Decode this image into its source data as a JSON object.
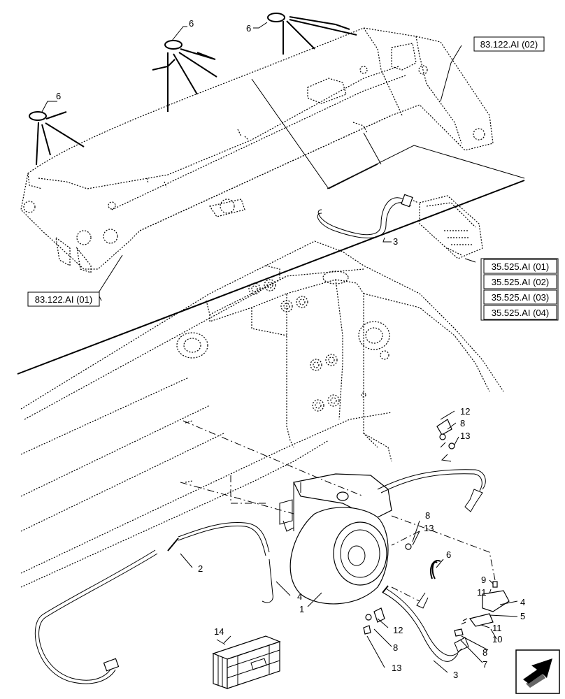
{
  "references": {
    "boom_upper": "83.122.AI (02)",
    "boom_lower": "83.122.AI (01)",
    "module_list": [
      "35.525.AI (01)",
      "35.525.AI (02)",
      "35.525.AI (03)",
      "35.525.AI (04)"
    ]
  },
  "callouts": {
    "c6a": "6",
    "c6b": "6",
    "c6c": "6",
    "c3a": "3",
    "c12a": "12",
    "c8a": "8",
    "c13a": "13",
    "c8b": "8",
    "c13b": "13",
    "c6d": "6",
    "c9": "9",
    "c11a": "11",
    "c4a": "4",
    "c5": "5",
    "c11b": "11",
    "c10": "10",
    "c8c": "8",
    "c7": "7",
    "c2": "2",
    "c4b": "4",
    "c1": "1",
    "c12b": "12",
    "c8d": "8",
    "c13c": "13",
    "c3b": "3",
    "c14": "14"
  },
  "icons": {
    "navigation": "next-page-arrow-icon"
  }
}
